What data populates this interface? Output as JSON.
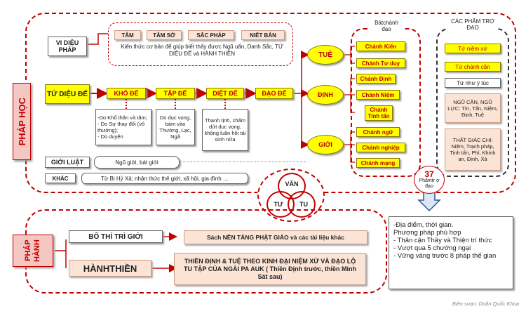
{
  "top_caption": "",
  "phap_hoc": {
    "vertical_label": "PHÁP HỌC",
    "vi_dieu_phap": {
      "label": "VI DIỆU PHÁP",
      "chips": [
        "TÂM",
        "TÂM SỞ",
        "SẮC PHÁP",
        "NIẾT BÀN"
      ],
      "desc": "Kiến thức cơ bản để giúp biết thấy được Ngũ uẩn, Danh Sắc, TỨ DIỆU ĐẾ và HÀNH THIỀN"
    },
    "tu_dieu_de": {
      "label": "TỨ DIỆU ĐẾ",
      "steps": [
        "KHỔ ĐẾ",
        "TẬP ĐẾ",
        "DIỆT ĐẾ",
        "ĐẠO ĐẾ"
      ],
      "kho_desc": "-Do Khổ thân và tâm;\n- Do Sự thay đổi (vô thường);\n- Do duyên",
      "tap_desc": "Do dục vọng, bám vào Thường, Lạc, Ngã",
      "diet_desc": "Thanh tịnh, chấm dứt dục vọng, không luân hồi tái sinh nữa"
    },
    "gioi_luat": {
      "label": "GIỚI LUẬT",
      "desc": "Ngũ giới, bát giới"
    },
    "khac": {
      "label": "KHÁC",
      "desc": "Từ Bi Hỷ Xả; nhận thức thế giới, xã hội, gia đình …"
    },
    "ovals": [
      "TUỆ",
      "ĐỊNH",
      "GIỚI"
    ],
    "bat_chanh_dao": {
      "title": "Bátchánh đạo",
      "items": [
        "Chánh Kiến",
        "Chánh Tư duy",
        "Chánh Định",
        "Chánh Niệm",
        "Chánh Tinh tấn",
        "Chánh ngữ",
        "Chánh nghiệp",
        "Chánh mạng"
      ]
    },
    "cac_pham_tro_dao": {
      "title": "CÁC PHẨM TRỢ ĐẠO",
      "items": [
        "Tứ niệm xứ",
        "Tứ chánh cần",
        "Tứ như ý túc",
        "NGŨ CĂN, NGŨ LỰC: Tín, Tấn, Niệm, Định, Tuệ",
        "THẤT GIÁC CHI: Niệm, Trạch pháp, Tinh tấn, Phỉ, Khinh an, Định, Xả"
      ]
    },
    "badge": {
      "number": "37",
      "text": "Phẩmtr ợ đạo"
    }
  },
  "venn": [
    "VĂN",
    "TƯ",
    "TU"
  ],
  "phap_hanh": {
    "vertical_label": "PHÁP HÀNH",
    "bo_thi": {
      "label": "BỐ THÍ TRÌ GIỚI",
      "desc": "Sách NỀN TẢNG PHẬT GIÁO và các tài liệu khác"
    },
    "hanh_thien": {
      "label": "HÀNHTHIỀN",
      "desc": "THIỀN ĐỊNH & TUỆ THEO KINH ĐẠI NIỆM XỨ VÀ ĐẠO LỘ TU TẬP CỦA NGÀI PA AUK ( Thiền Định trước, thiền Minh Sát sau)"
    },
    "conditions": "-Địa điểm, thời gian.\nPhương pháp phù hợp\n- Thân cận Thầy và Thiện trí thức\n- Vượt qua 5 chướng ngại\n- Vững vàng trước 8 pháp thế gian"
  },
  "credit": "Biên soạn: Doãn Quốc Khoa",
  "colors": {
    "frame": "#c00000",
    "highlight": "#ffff00",
    "peach": "#fbe4d5",
    "arrow": "#2f5597"
  }
}
